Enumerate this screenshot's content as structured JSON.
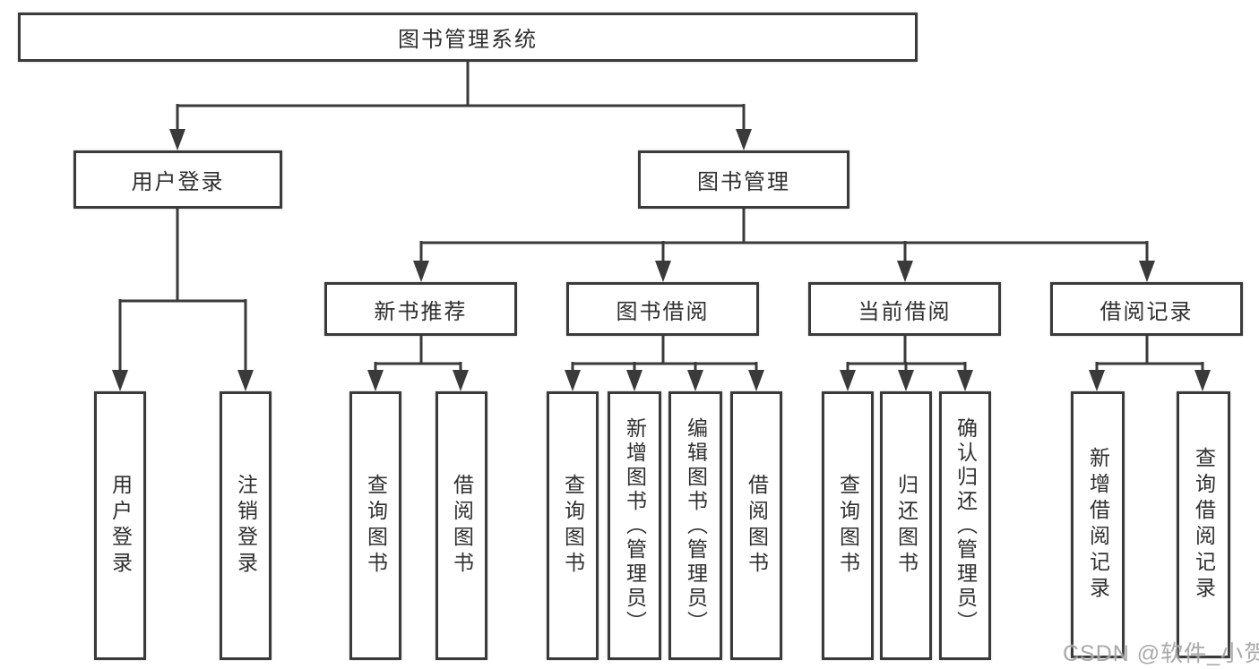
{
  "watermark": "CSDN @软件_小贺同学",
  "colors": {
    "line": "#3a3a3a",
    "text": "#2f2f2f",
    "watermark": "#9e9e9e",
    "background": "#ffffff"
  },
  "tree": {
    "root": {
      "label": "图书管理系统"
    },
    "branches": [
      {
        "label": "用户登录",
        "children": [
          {
            "label": "用户登录"
          },
          {
            "label": "注销登录"
          }
        ]
      },
      {
        "label": "图书管理",
        "children": [
          {
            "label": "新书推荐",
            "children": [
              {
                "label": "查询图书"
              },
              {
                "label": "借阅图书"
              }
            ]
          },
          {
            "label": "图书借阅",
            "children": [
              {
                "label": "查询图书"
              },
              {
                "label": "新增图书（管理员）"
              },
              {
                "label": "编辑图书（管理员）"
              },
              {
                "label": "借阅图书"
              }
            ]
          },
          {
            "label": "当前借阅",
            "children": [
              {
                "label": "查询图书"
              },
              {
                "label": "归还图书"
              },
              {
                "label": "确认归还（管理员）"
              }
            ]
          },
          {
            "label": "借阅记录",
            "children": [
              {
                "label": "新增借阅记录"
              },
              {
                "label": "查询借阅记录"
              }
            ]
          }
        ]
      }
    ]
  }
}
